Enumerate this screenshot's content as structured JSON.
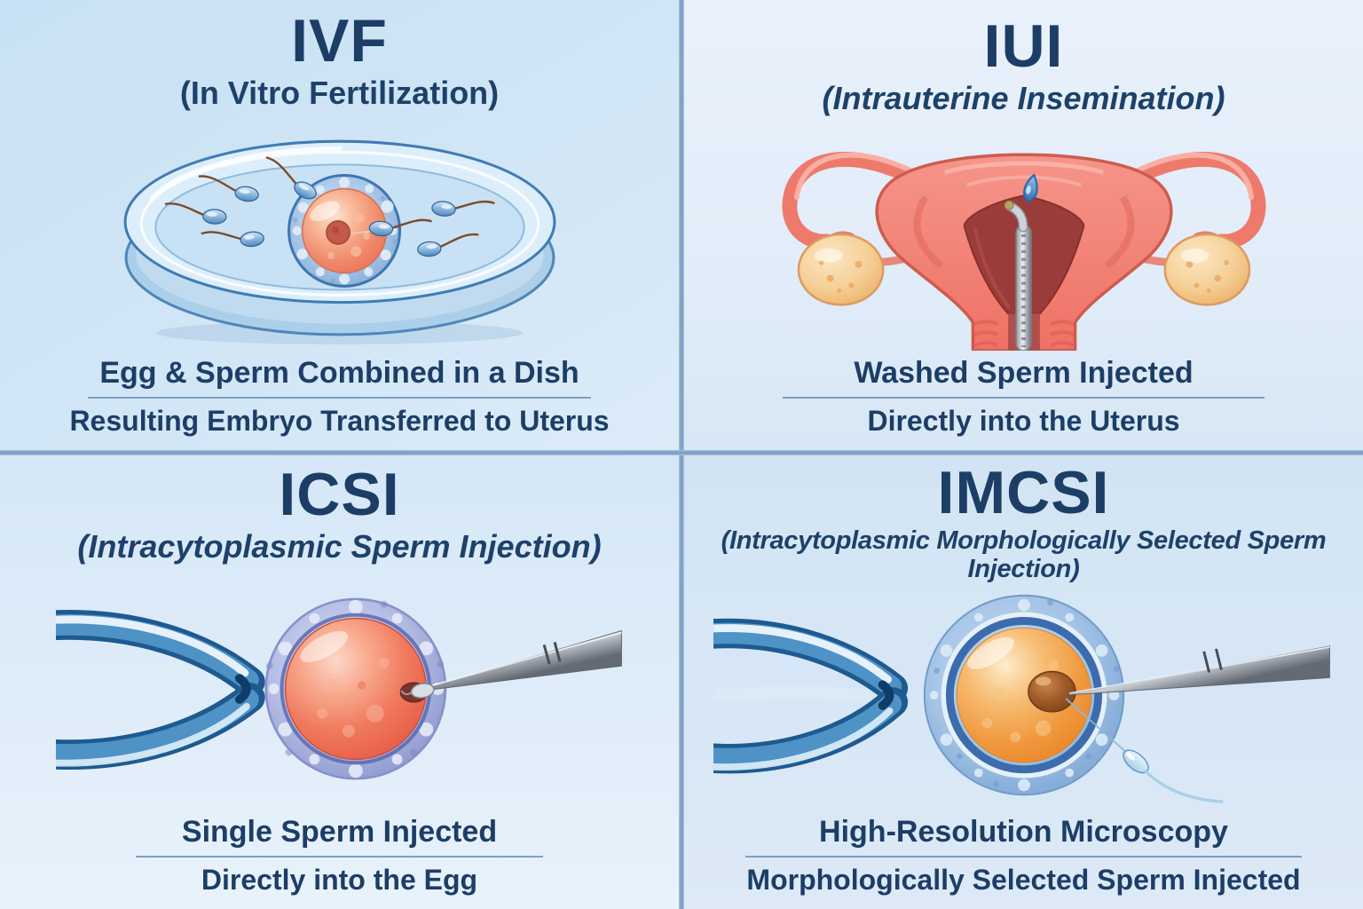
{
  "palette": {
    "background_top_left": "#cbe2f4",
    "background_top_right": "#e7f0fb",
    "background_bottom_left": "#d7e8f7",
    "background_bottom_right": "#d3e5f5",
    "divider_blue": "#7d9fc4",
    "text_navy": "#1c3e66",
    "caption_rule_blue": "#5d84b0"
  },
  "quadrants": [
    {
      "id": "ivf",
      "title": "IVF",
      "subtitle": "(In Vitro Fertilization)",
      "illustration": "petri-dish-with-egg-and-sperm",
      "caption_line1": "Egg & Sperm Combined in a Dish",
      "caption_line2": "Resulting Embryo Transferred to Uterus"
    },
    {
      "id": "iui",
      "title": "IUI",
      "subtitle": "(Intrauterine Insemination)",
      "illustration": "uterus-with-insemination-catheter",
      "caption_line1": "Washed Sperm Injected",
      "caption_line2": "Directly into the Uterus"
    },
    {
      "id": "icsi",
      "title": "ICSI",
      "subtitle": "(Intracytoplasmic Sperm Injection)",
      "illustration": "egg-with-holding-pipette-and-injection-needle",
      "caption_line1": "Single Sperm Injected",
      "caption_line2": "Directly into the Egg"
    },
    {
      "id": "imcsi",
      "title": "IMCSI",
      "subtitle": "(Intracytoplasmic Morphologically Selected Sperm Injection)",
      "illustration": "egg-with-pipette-needle-and-selected-sperm",
      "caption_line1": "High-Resolution Microscopy",
      "caption_line2": "Morphologically Selected Sperm Injected"
    }
  ]
}
